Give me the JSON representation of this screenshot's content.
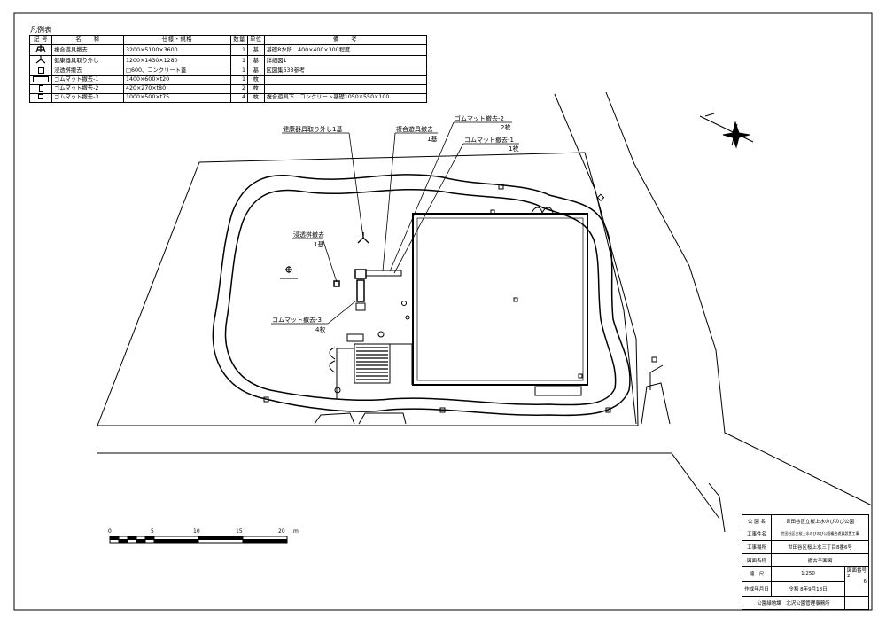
{
  "legend": {
    "title": "凡例表",
    "headers": {
      "symbol": "記 号",
      "name": "名　　称",
      "spec": "仕様・規格",
      "qty": "数量",
      "unit": "単位",
      "note": "備　　考"
    },
    "rows": [
      {
        "symbol": "playground-equipment-icon",
        "name": "複合遊具撤去",
        "spec": "3200×5100×3600",
        "qty": "1",
        "unit": "基",
        "note": "基礎8か所　400×400×300程度"
      },
      {
        "symbol": "fitness-equipment-icon",
        "name": "健康器具取り外し",
        "spec": "1200×1430×1280",
        "qty": "1",
        "unit": "基",
        "note": "詳細図1"
      },
      {
        "symbol": "catch-basin-icon",
        "name": "浸透桝撤去",
        "spec": "□600、コンクリート蓋",
        "qty": "1",
        "unit": "基",
        "note": "区図集633参考"
      },
      {
        "symbol": "rubber-mat-1-icon",
        "name": "ゴムマット撤去-1",
        "spec": "1400×600×t20",
        "qty": "1",
        "unit": "枚",
        "note": ""
      },
      {
        "symbol": "rubber-mat-2-icon",
        "name": "ゴムマット撤去-2",
        "spec": "420×270×t80",
        "qty": "2",
        "unit": "枚",
        "note": ""
      },
      {
        "symbol": "rubber-mat-3-icon",
        "name": "ゴムマット撤去-3",
        "spec": "1000×500×t75",
        "qty": "4",
        "unit": "枚",
        "note": "複合遊具下　コンクリート基礎1050×550×100"
      }
    ]
  },
  "callouts": {
    "fitness": "健康器具取り外し1基",
    "playground_name": "複合遊具撤去",
    "playground_qty": "1基",
    "mat2_name": "ゴムマット撤去-2",
    "mat2_qty": "2枚",
    "mat1_name": "ゴムマット撤去-1",
    "mat1_qty": "1枚",
    "basin_name": "浸透桝撤去",
    "basin_qty": "1基",
    "mat3_name": "ゴムマット撤去-3",
    "mat3_qty": "4枚"
  },
  "scale_bar": {
    "ticks": [
      "0",
      "5",
      "10",
      "15",
      "20"
    ],
    "unit": "m"
  },
  "title_block": {
    "park_name_label": "公 園 名",
    "park_name": "世田谷区立桜上水のびのび公園",
    "work_name_label": "工事件名",
    "work_name": "世田谷区立桜上水のびのび公園複合遊具設置工事",
    "work_place_label": "工事場所",
    "work_place": "世田谷区桜上水三丁目8番6号",
    "drawing_name_label": "図面名称",
    "drawing_name": "撤去平面図",
    "drawing_no_label": "図面番号",
    "scale_label": "縮　尺",
    "scale": "1:250",
    "date_label": "作成年月日",
    "date": "令和 8年9月18日",
    "office": "公園緑地課　北沢公園管理事務所",
    "sheet_no": "2",
    "sheet_total": "6"
  }
}
